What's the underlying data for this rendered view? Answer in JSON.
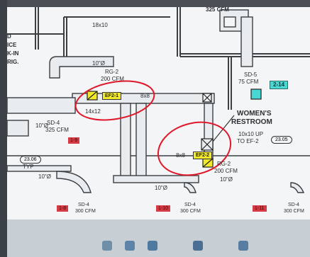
{
  "plan": {
    "top_duct_cfm": "325 CFM",
    "duct_size_top": "18x10",
    "room_left": [
      "D",
      "ICE",
      "K-IN",
      "RIG."
    ],
    "duct_10_dia_upper": "10\"Ø",
    "rg2_top": "RG-2",
    "rg2_top_cfm": "200 CFM",
    "ef2_1": "EF2-1",
    "size_8x8_upper": "8x8",
    "size_14x12": "14x12",
    "sd5": "SD-5",
    "sd5_cfm": "75 CFM",
    "tag_2_14": "2-14",
    "womens": "WOMEN'S",
    "restroom": "RESTROOM",
    "duct_10_dia_left": "10\"Ø",
    "sd4_left": "SD-4",
    "sd4_left_cfm": "325 CFM",
    "tag_1_9": "1-9",
    "oval_23_06": "23.06",
    "typ": "TYP",
    "duct_10_dia_lower": "10\"Ø",
    "up_to_ef2_a": "10x10 UP",
    "up_to_ef2_b": "TO EF-2",
    "oval_23_05": "23.05",
    "size_8x8_lower": "8x8",
    "ef2_2": "EF2-2",
    "rg2_bottom": "RG-2",
    "rg2_bottom_cfm": "200 CFM",
    "duct_10_dia_mid": "10\"Ø",
    "duct_10_dia_right": "10\"Ø",
    "sd4_bottom_1": "SD-4",
    "sd4_bottom_1_cfm": "300 CFM",
    "sd4_bottom_2": "SD-4",
    "sd4_bottom_2_cfm": "300 CFM",
    "sd4_bottom_3": "SD-4",
    "sd4_bottom_3_cfm": "300 CFM",
    "tag_1_8": "1-8",
    "tag_1_10": "1-10",
    "tag_1_11": "1-11"
  },
  "colors": {
    "markup_red": "#e0182a",
    "highlight_yellow": "#f2e92a",
    "tag_red": "#d63a45",
    "tag_cyan": "#49d7d2"
  },
  "taskbar_icons": [
    "search-icon",
    "file-explorer-icon",
    "store-icon",
    "mail-icon",
    "app-icon"
  ]
}
